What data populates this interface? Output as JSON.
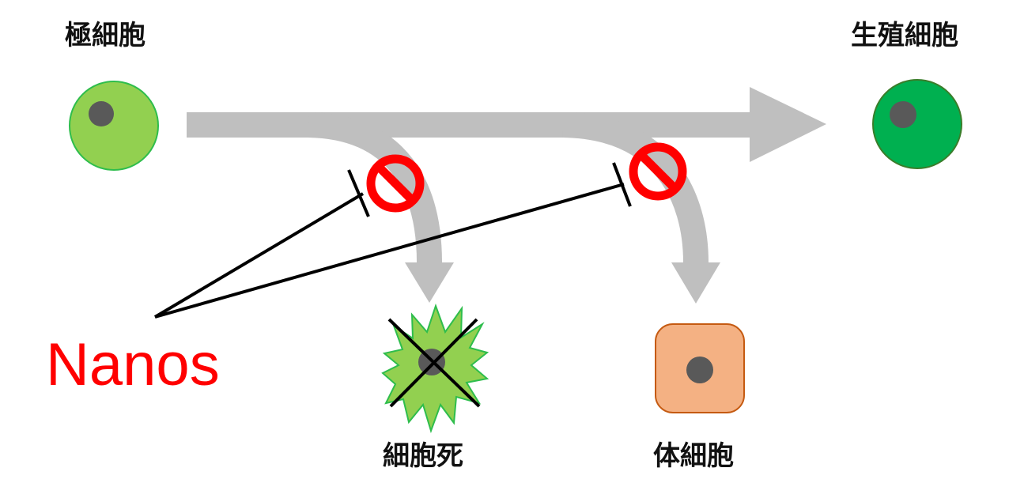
{
  "labels": {
    "polar_cell": "極細胞",
    "germ_cell": "生殖細胞",
    "cell_death": "細胞死",
    "somatic_cell": "体細胞",
    "nanos": "Nanos"
  },
  "colors": {
    "arrow": "#bfbfbf",
    "polar_cell_fill": "#92d050",
    "germ_cell_fill": "#00b050",
    "somatic_cell_fill": "#f4b183",
    "somatic_cell_border": "#c55a11",
    "nucleus": "#595959",
    "inhibit_sign": "#ff0000",
    "nanos_text": "#ff0000",
    "inhibit_line": "#000000"
  },
  "icons": {
    "inhibit_sign": "no-entry-icon",
    "dead_cell_cross": "cross-icon"
  }
}
